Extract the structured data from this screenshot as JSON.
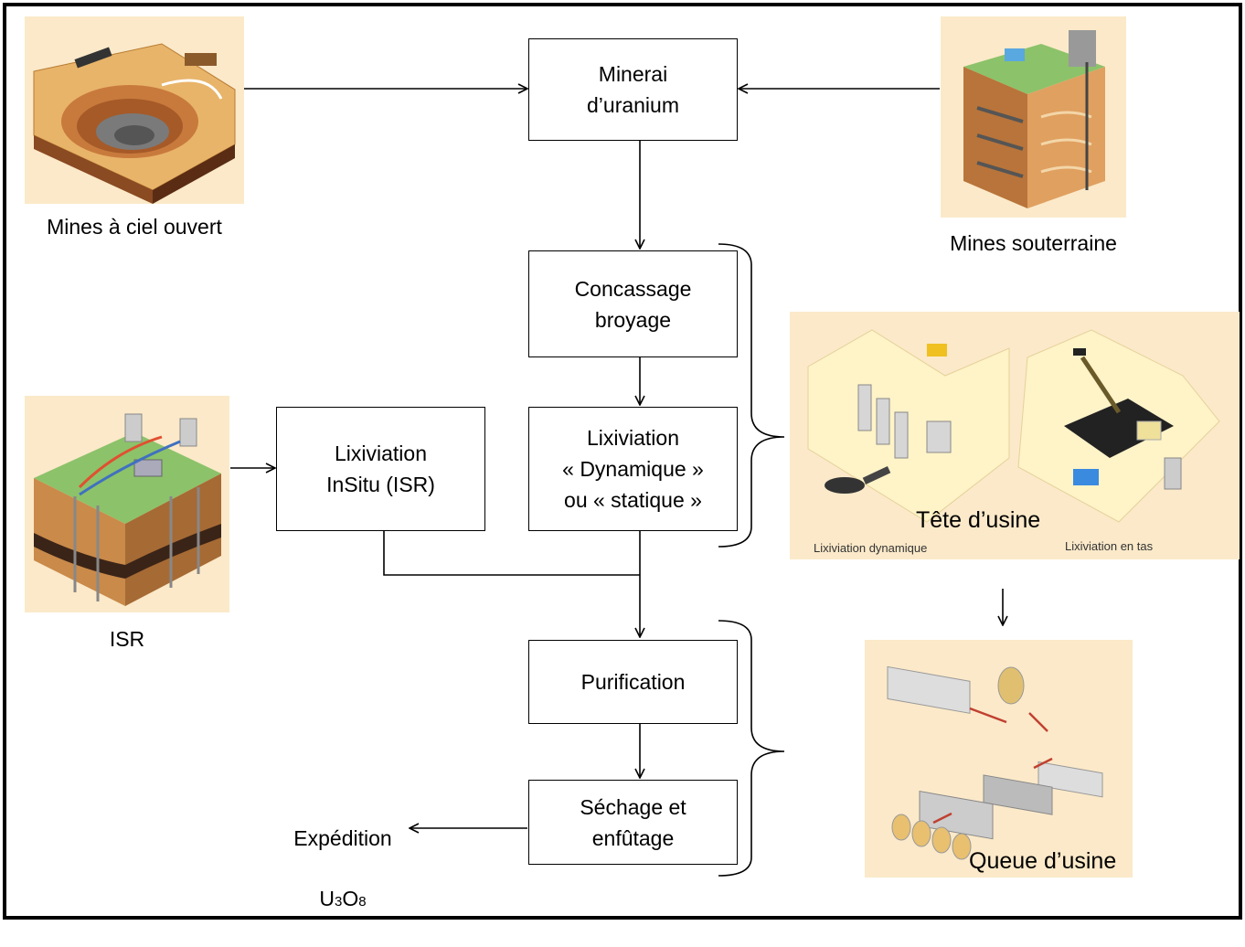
{
  "boxes": {
    "minerai": "Minerai\nd’uranium",
    "concassage": "Concassage\nbroyage",
    "lixiviation": "Lixiviation\n« Dynamique »\nou « statique »",
    "lixiviation_insitu": "Lixiviation\nInSitu (ISR)",
    "purification": "Purification",
    "sechage": "Séchage et\nenfûtage"
  },
  "labels": {
    "mines_ciel_ouvert": "Mines à ciel ouvert",
    "mines_souterraine": "Mines souterraine",
    "isr": "ISR",
    "expedition_line1": "Expédition",
    "expedition_u": "U",
    "expedition_sub1": "3",
    "expedition_o": "O",
    "expedition_sub2": "8",
    "tete_usine": "Tête d’usine",
    "queue_usine": "Queue d’usine",
    "lix_dynamique": "Lixiviation dynamique",
    "lix_en_tas": "Lixiviation en tas"
  },
  "colors": {
    "illustration_background": "#fbe9c9",
    "ground_ochre": "#e8b46a",
    "grass_green": "#8cc26a"
  }
}
